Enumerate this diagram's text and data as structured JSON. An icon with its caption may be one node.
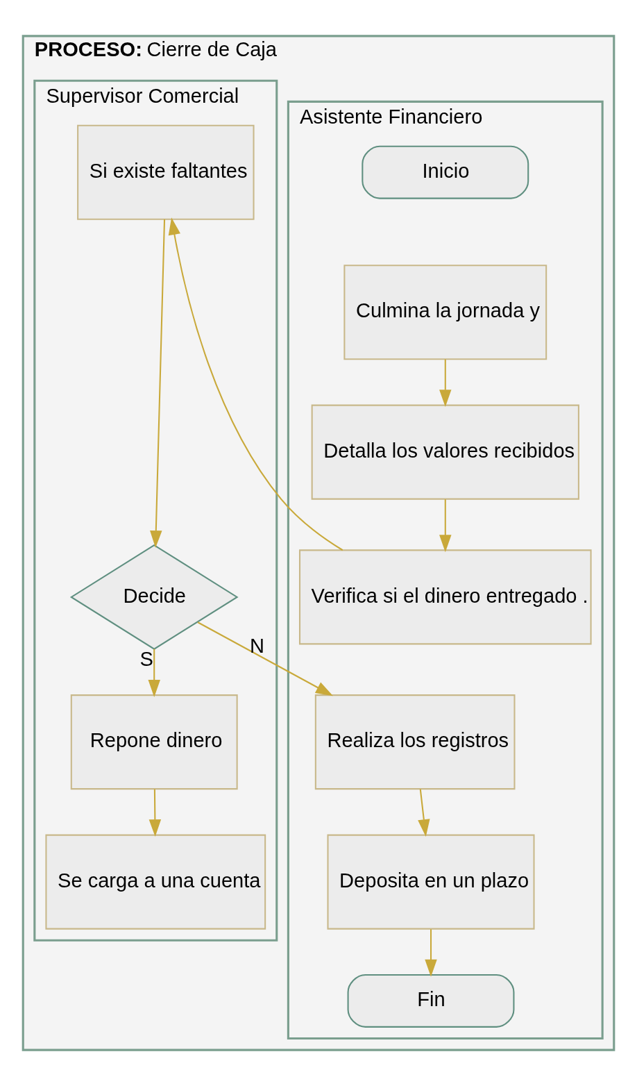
{
  "diagram": {
    "nodes": [
      {
        "text": [
          "**PROCESO:** Cierre de Caja"
        ]
      },
      {
        "text": [
          "Asistente Financiero"
        ],
        "in": 0
      },
      {
        "text": [
          "Supervisor Comercial"
        ],
        "in": 0
      },
      {
        "text": [
          "Inicio"
        ],
        "in": 1
      },
      {
        "text": [
          "Culmina la jornada y"
        ],
        "in": 1
      },
      {
        "text": [
          "Detalla los valores recibidos"
        ],
        "in": 1
      },
      {
        "text": [
          "Verifica si el dinero entregado ."
        ],
        "in": 1
      },
      {
        "text": [
          "Si existe faltantes"
        ],
        "in": 2
      },
      {
        "text": [
          "Decide"
        ],
        "in": 2
      },
      {
        "text": [
          "Repone dinero"
        ],
        "in": 2
      },
      {
        "text": [
          "Se carga a una cuenta"
        ],
        "in": 2
      },
      {
        "text": [
          "Realiza los registros"
        ],
        "in": 1
      },
      {
        "text": [
          "Deposita en un plazo"
        ],
        "in": 1
      },
      {
        "text": [
          "Fin"
        ],
        "in": 1
      }
    ],
    "edges": [
      {
        "from": 4,
        "to": 5,
        "arrow": "to"
      },
      {
        "from": 5,
        "to": 6,
        "arrow": "to"
      },
      {
        "from": 6,
        "to": 7,
        "arrow": "to"
      },
      {
        "from": 7,
        "to": 8,
        "arrow": "to"
      },
      {
        "from": 8,
        "to": 9,
        "arrow": "to",
        "label": "S"
      },
      {
        "from": 9,
        "to": 10,
        "arrow": "to"
      },
      {
        "from": 8,
        "to": 11,
        "arrow": "to",
        "label": "N"
      },
      {
        "from": 11,
        "to": 12,
        "arrow": "to"
      },
      {
        "from": 12,
        "to": 13,
        "arrow": "to"
      }
    ]
  }
}
